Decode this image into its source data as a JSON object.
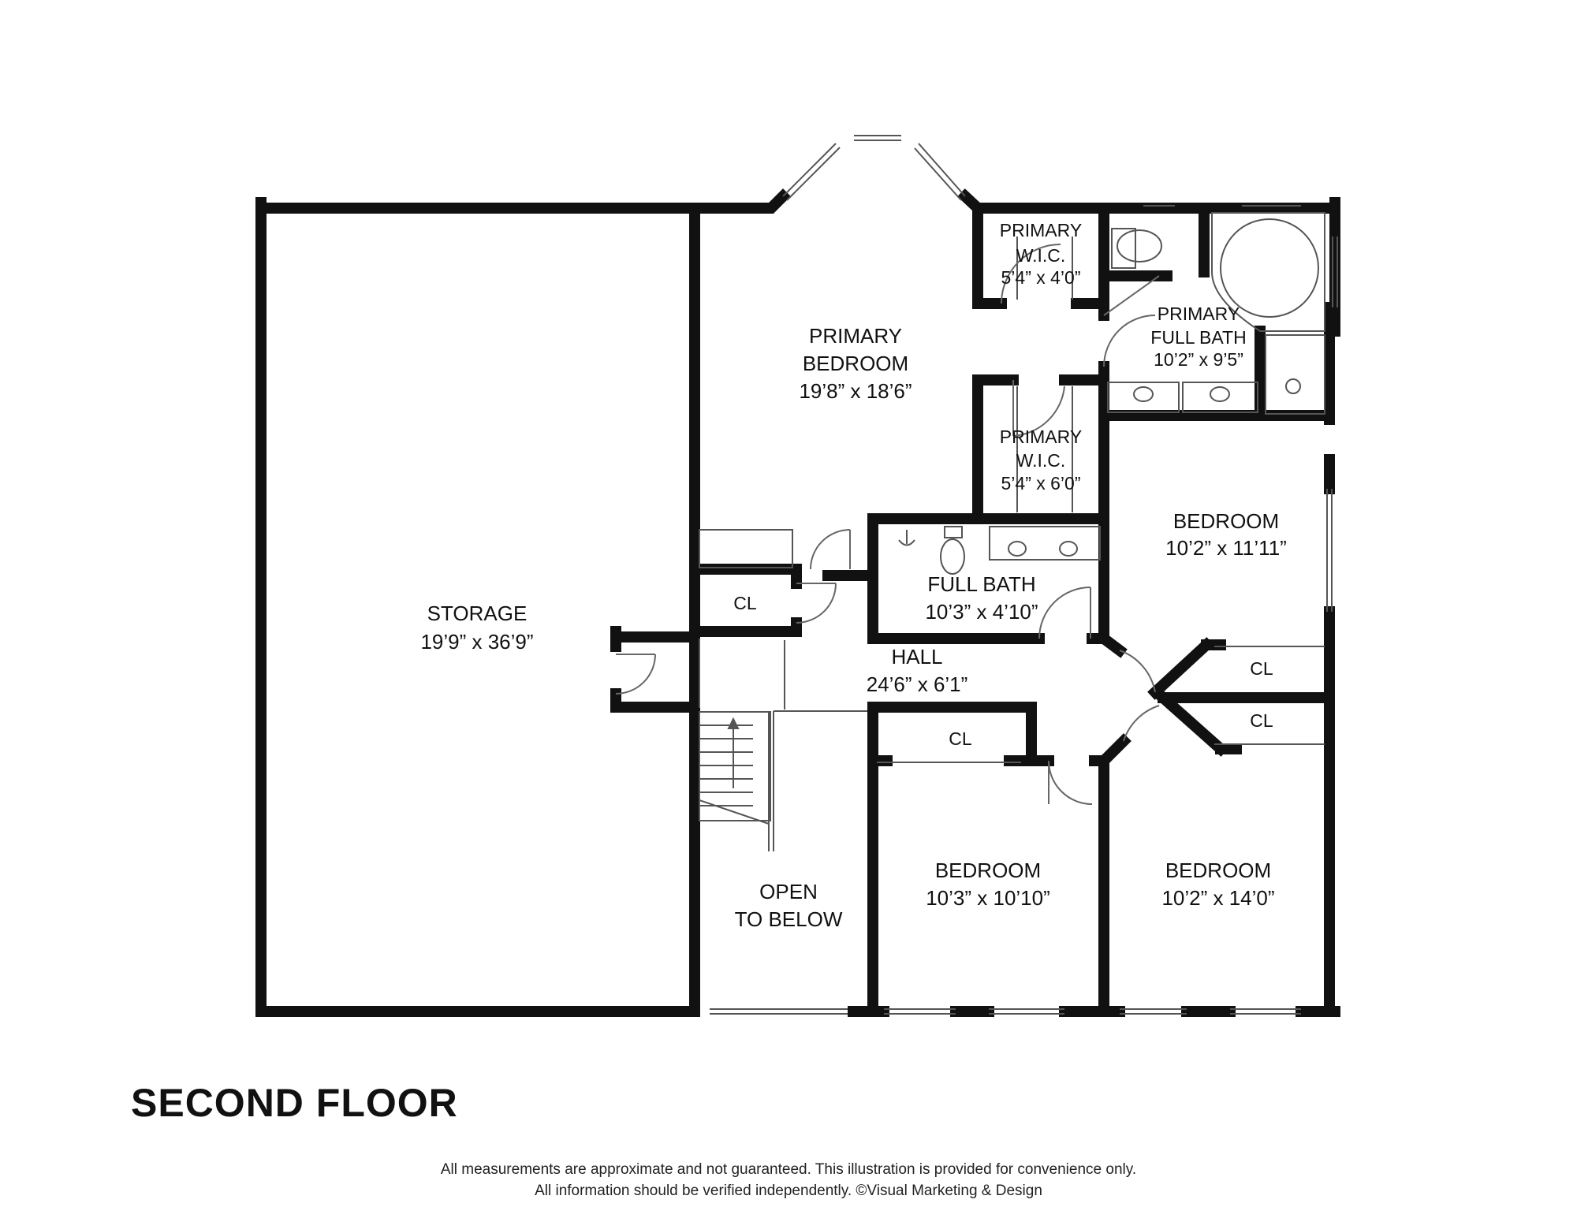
{
  "title": "SECOND FLOOR",
  "disclaimer": {
    "line1": "All measurements are approximate and not guaranteed. This illustration is provided for convenience only.",
    "line2": "All information should be verified independently. ©Visual Marketing & Design"
  },
  "rooms": {
    "storage": {
      "name": "STORAGE",
      "size": "19’9” x 36’9”"
    },
    "primary_bedroom": {
      "name1": "PRIMARY",
      "name2": "BEDROOM",
      "size": "19’8” x 18’6”"
    },
    "primary_wic_top": {
      "name1": "PRIMARY",
      "name2": "W.I.C.",
      "size": "5’4” x 4’0”"
    },
    "primary_full_bath": {
      "name1": "PRIMARY",
      "name2": "FULL BATH",
      "size": "10’2” x 9’5”"
    },
    "primary_wic_mid": {
      "name1": "PRIMARY",
      "name2": "W.I.C.",
      "size": "5’4” x 6’0”"
    },
    "bedroom_east": {
      "name": "BEDROOM",
      "size": "10’2” x 11’11”"
    },
    "full_bath": {
      "name": "FULL BATH",
      "size": "10’3” x 4’10”"
    },
    "hall": {
      "name": "HALL",
      "size": "24’6” x 6’1”"
    },
    "closet_label": "CL",
    "open_to_below": {
      "line1": "OPEN",
      "line2": "TO BELOW"
    },
    "bedroom_south_mid": {
      "name": "BEDROOM",
      "size": "10’3” x 10’10”"
    },
    "bedroom_south_east": {
      "name": "BEDROOM",
      "size": "10’2” x 14’0”"
    }
  }
}
